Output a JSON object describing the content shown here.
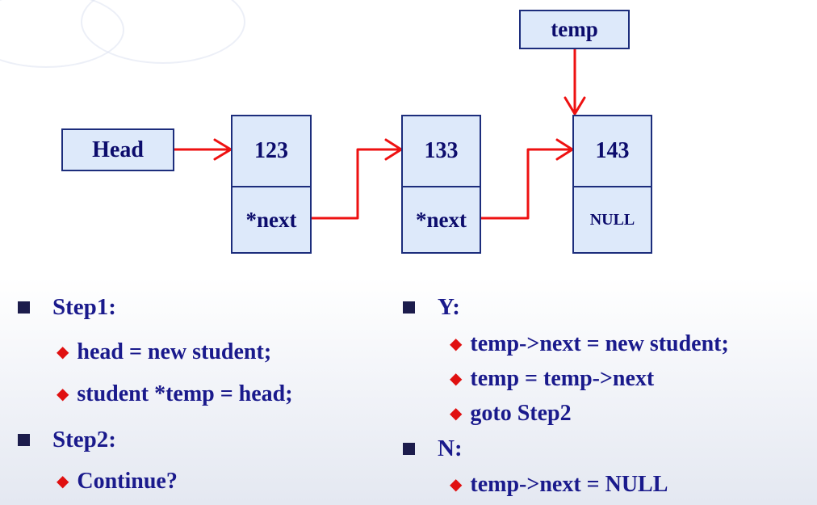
{
  "diagram": {
    "temp_label": "temp",
    "head_label": "Head",
    "nodes": [
      {
        "value": "123",
        "next": "*next"
      },
      {
        "value": "133",
        "next": "*next"
      },
      {
        "value": "143",
        "next": "NULL"
      }
    ]
  },
  "left": {
    "step1_label": "Step1:",
    "step1_items": [
      "head = new student;",
      "student *temp = head;"
    ],
    "step2_label": "Step2:",
    "step2_items": [
      "Continue?"
    ]
  },
  "right": {
    "y_label": "Y:",
    "y_items": [
      "temp->next = new student;",
      "temp = temp->next",
      "goto Step2"
    ],
    "n_label": "N:",
    "n_items": [
      "temp->next = NULL"
    ]
  },
  "colors": {
    "arrow": "#ee1111",
    "box_fill": "#dde9fa",
    "box_border": "#1c2d7c",
    "text": "#1a1a8c",
    "bullet_square": "#1c1c4c",
    "bullet_diamond": "#e01010"
  },
  "icons": {
    "level1_bullet": "square-bullet-icon",
    "level2_bullet": "diamond-bullet-icon"
  }
}
